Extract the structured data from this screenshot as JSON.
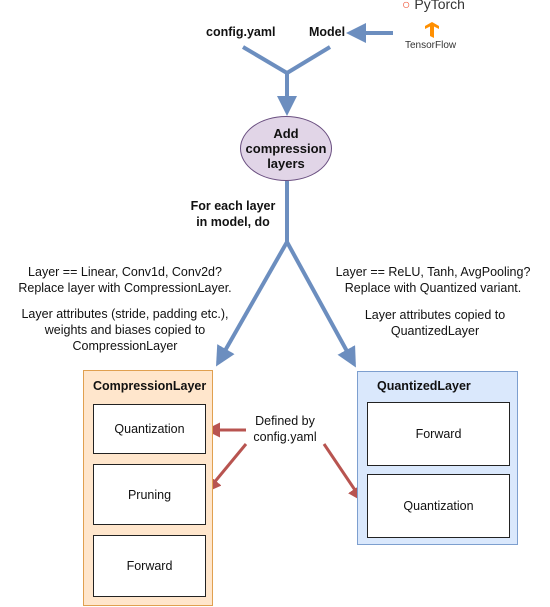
{
  "inputs": {
    "config_label": "config.yaml",
    "model_label": "Model"
  },
  "frameworks": {
    "pytorch": "PyTorch",
    "tensorflow": "TensorFlow"
  },
  "process": {
    "label_line1": "Add",
    "label_line2": "compression",
    "label_line3": "layers"
  },
  "loop_label": {
    "line1": "For each layer",
    "line2": "in model, do"
  },
  "left_branch": {
    "line1": "Layer == Linear, Conv1d, Conv2d?",
    "line2": "Replace layer with CompressionLayer.",
    "line3": "Layer attributes (stride, padding etc.),",
    "line4": "weights and biases copied to",
    "line5": "CompressionLayer"
  },
  "right_branch": {
    "line1": "Layer == ReLU, Tanh, AvgPooling?",
    "line2": "Replace with Quantized variant.",
    "line3": "Layer attributes copied to",
    "line4": "QuantizedLayer"
  },
  "compression_layer": {
    "title": "CompressionLayer",
    "items": [
      "Quantization",
      "Pruning",
      "Forward"
    ]
  },
  "quantized_layer": {
    "title": "QuantizedLayer",
    "items": [
      "Forward",
      "Quantization"
    ]
  },
  "defined_by": {
    "line1": "Defined by",
    "line2": "config.yaml"
  },
  "colors": {
    "blue_arrow": "#6c8ebf",
    "red_arrow": "#b85450",
    "ellipse_fill": "#e1d5e7",
    "orange_fill": "#ffe6cc",
    "blue_fill": "#dae8fc",
    "pytorch_accent": "#ee4c2c",
    "tensorflow_accent": "#ff8f00"
  }
}
